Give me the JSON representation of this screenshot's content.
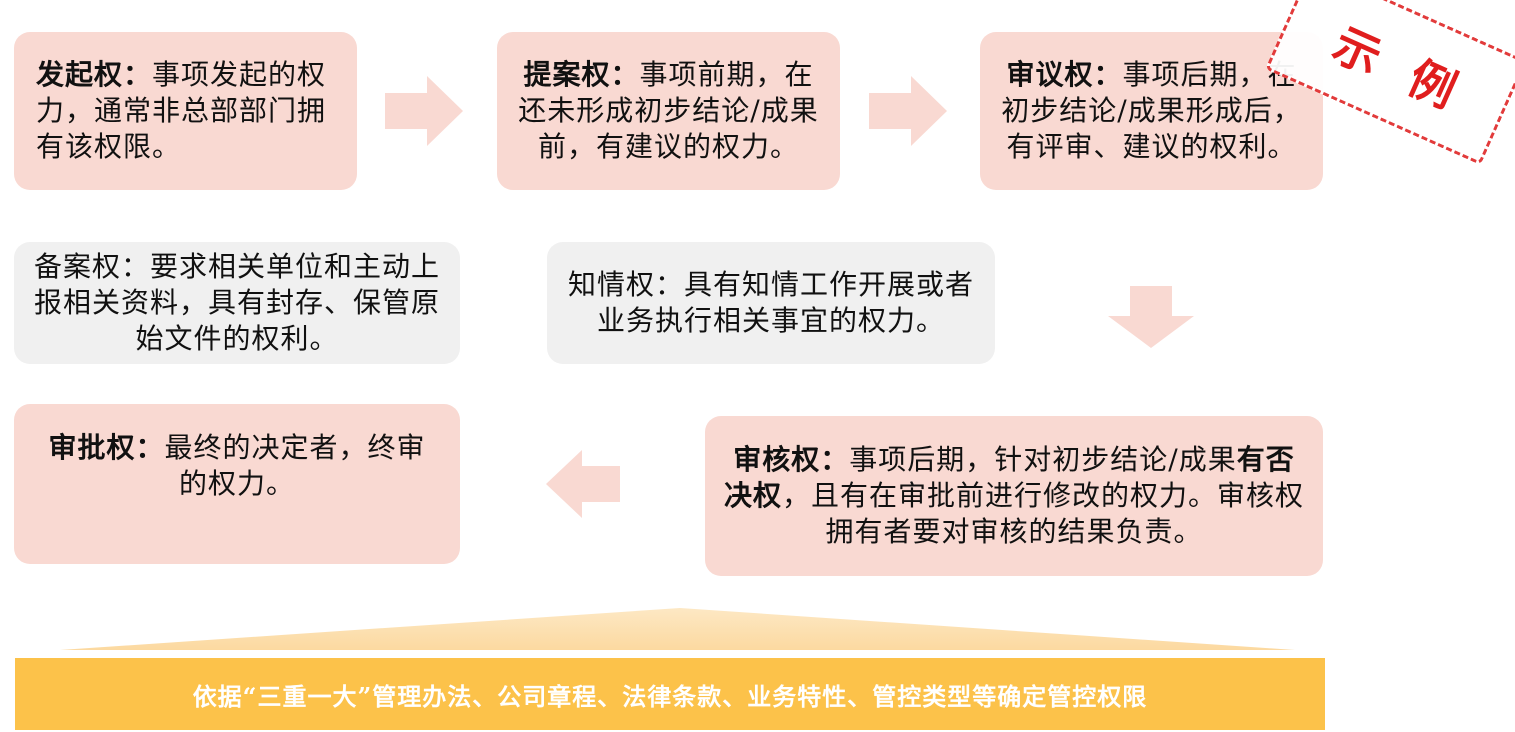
{
  "boxes": {
    "initiate": {
      "title": "发起权：",
      "body": "事项发起的权力，通常非总部部门拥有该权限。"
    },
    "propose": {
      "title": "提案权：",
      "body": "事项前期，在还未形成初步结论/成果前，有建议的权力。"
    },
    "deliberate": {
      "title": "审议权：",
      "body": "事项后期，在初步结论/成果形成后，有评审、建议的权利。"
    },
    "filing": {
      "text": "备案权：要求相关单位和主动上报相关资料，具有封存、保管原始文件的权利。"
    },
    "informed": {
      "text": "知情权：具有知情工作开展或者业务执行相关事宜的权力。"
    },
    "approve": {
      "title": "审批权：",
      "body": "最终的决定者，终审的权力。"
    },
    "review": {
      "title": "审核权：",
      "body_1": "事项后期，针对初步结论/成果",
      "veto": "有否决权",
      "body_2": "，且有在审批前进行修改的权力。审核权拥有者要对审核的结果负责。"
    }
  },
  "stamp": "示例",
  "footer": "依据“三重一大”管理办法、公司章程、法律条款、业务特性、管控类型等确定管控权限",
  "colors": {
    "box_pink": "#f9d9d2",
    "box_grey": "#f0f0f0",
    "arrow": "#f9d9d2",
    "bar": "#fcc24a",
    "stamp": "#e01e1e"
  }
}
